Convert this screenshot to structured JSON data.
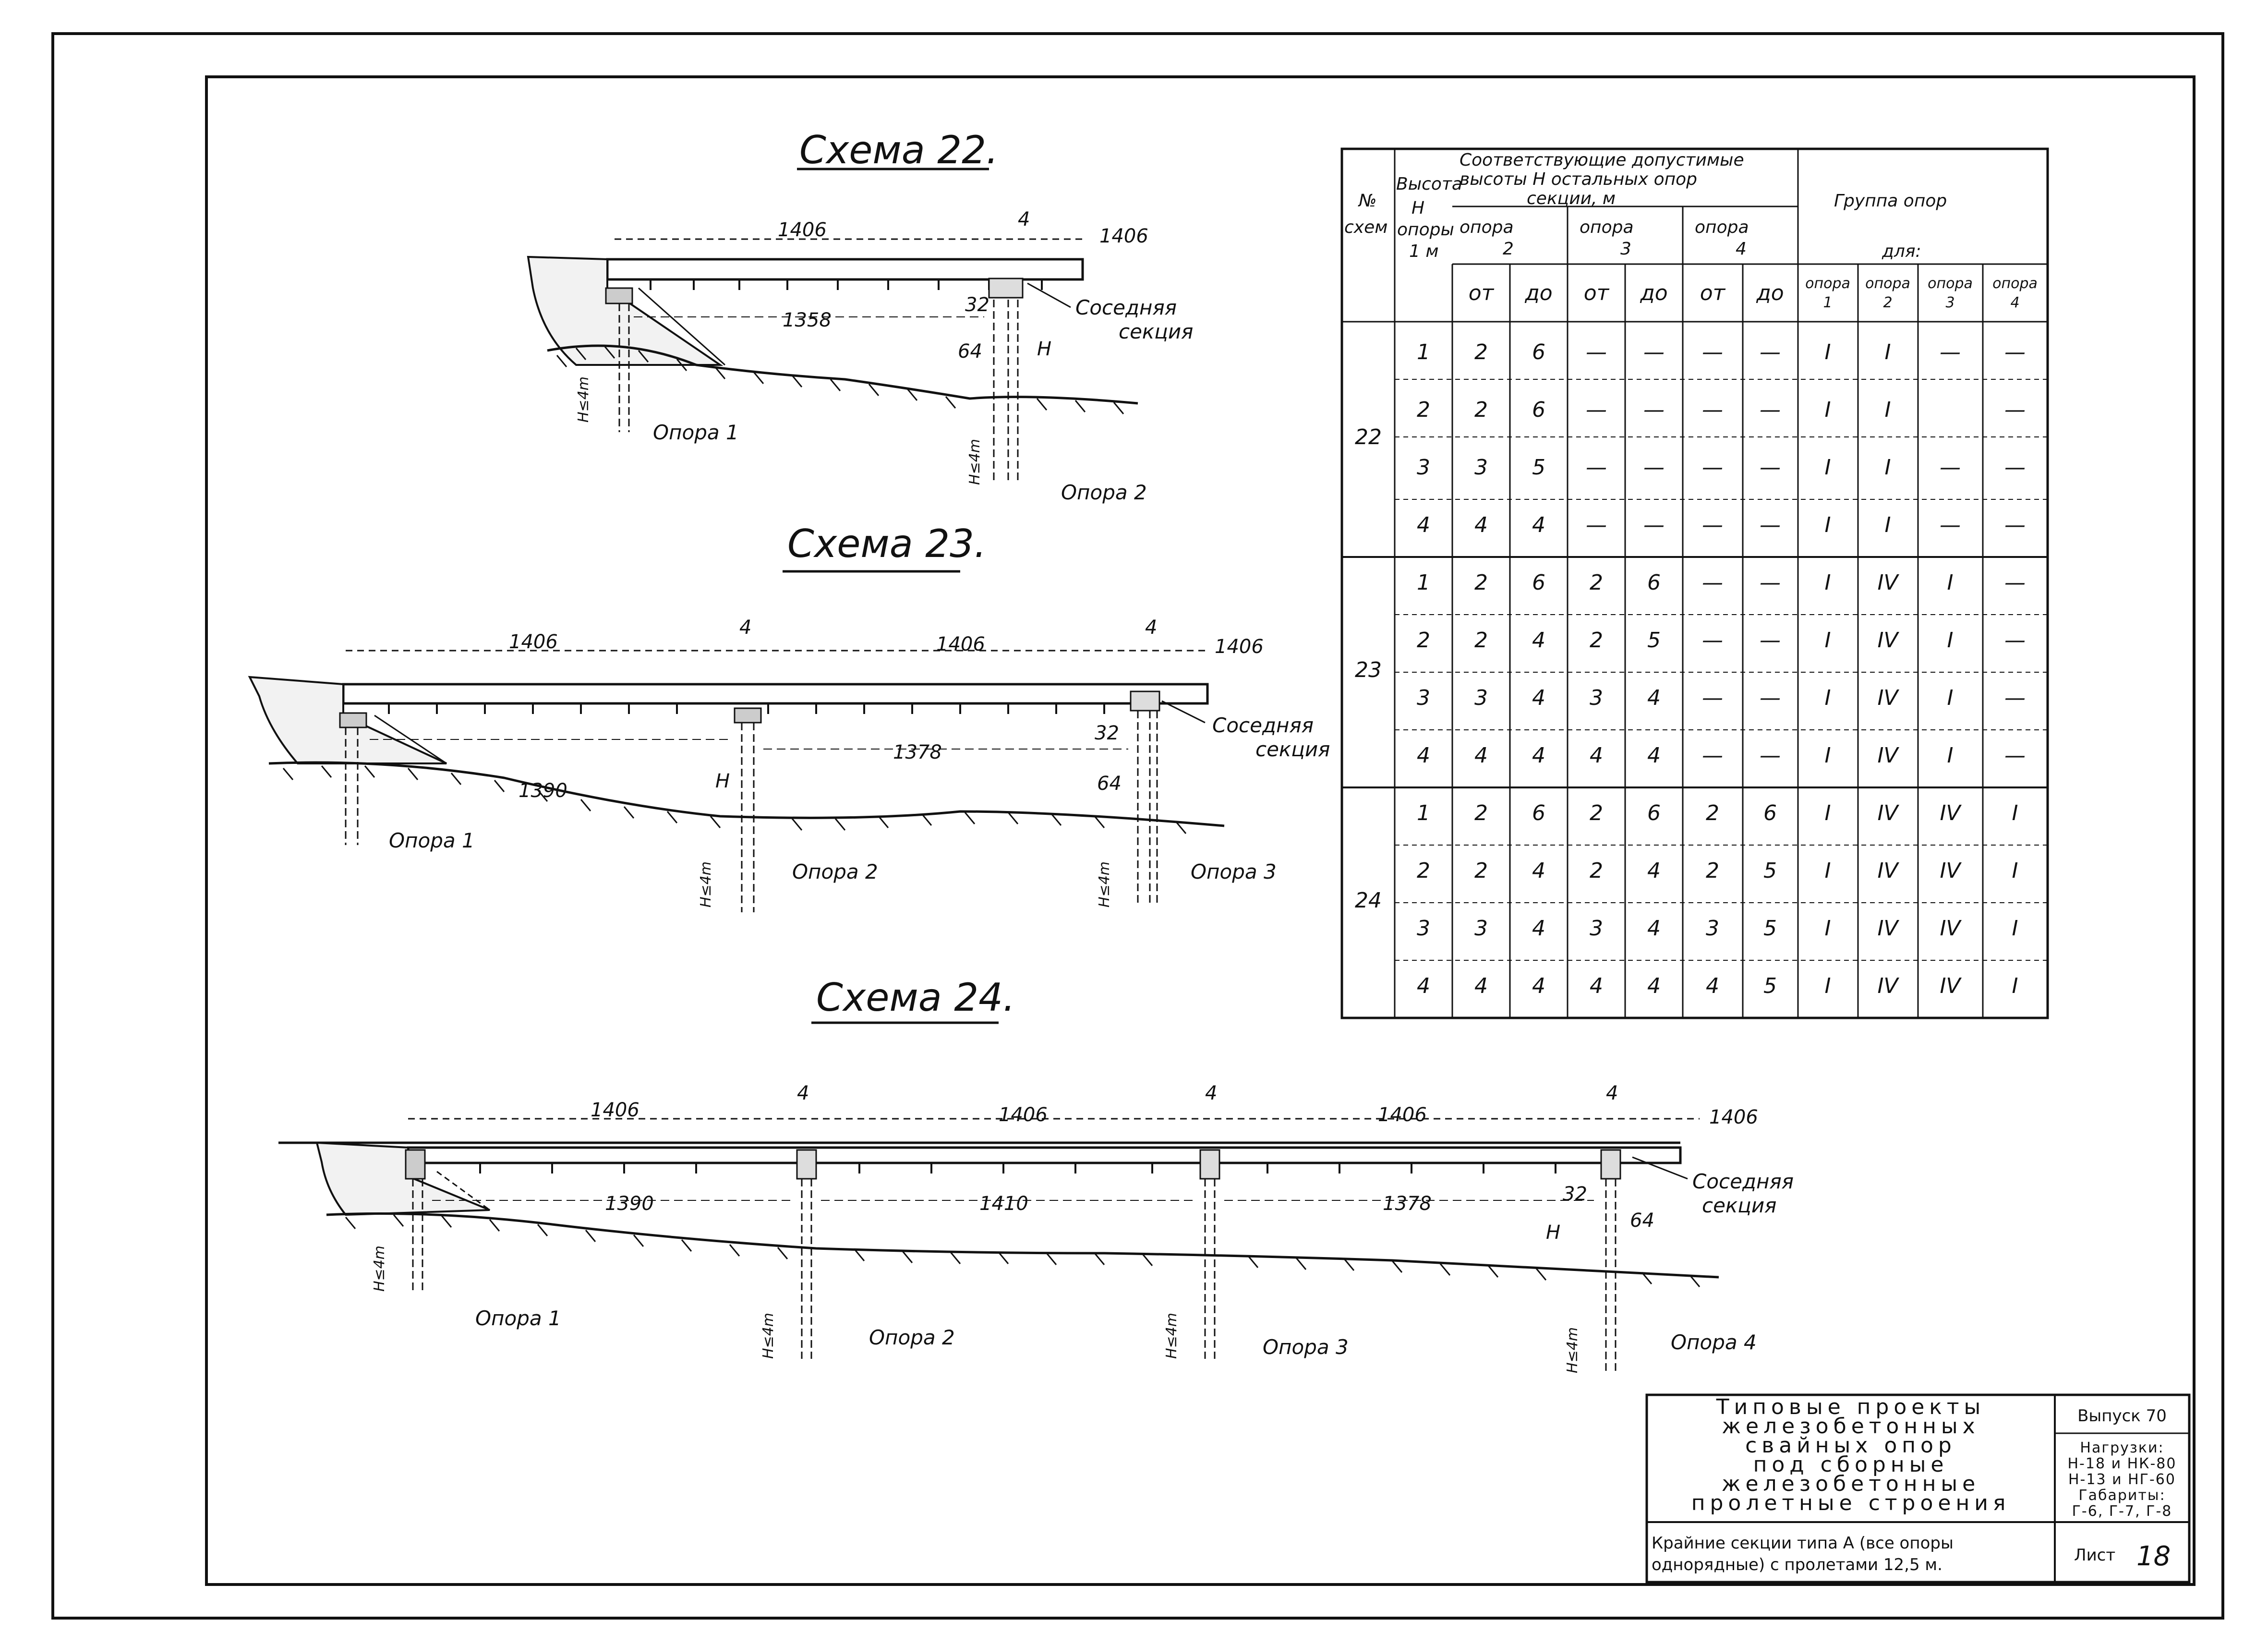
{
  "schemes": [
    {
      "title": "Схема 22.",
      "spans": [
        "1406",
        "1406"
      ],
      "joint": "4",
      "clear_spans": [
        "1358"
      ],
      "dims": [
        "32",
        "64",
        "H"
      ],
      "neighbor": [
        "Соседняя",
        "секция"
      ],
      "depth_label": "H≤4m",
      "supports": [
        "Опора 1",
        "Опора 2"
      ]
    },
    {
      "title": "Схема 23.",
      "spans": [
        "1406",
        "1406",
        "1406"
      ],
      "joint": "4",
      "clear_spans": [
        "1390",
        "1378"
      ],
      "dims": [
        "32",
        "64",
        "H"
      ],
      "neighbor": [
        "Соседняя",
        "секция"
      ],
      "depth_label": "H≤4m",
      "supports": [
        "Опора 1",
        "Опора 2",
        "Опора 3"
      ]
    },
    {
      "title": "Схема 24.",
      "spans": [
        "1406",
        "1406",
        "1406",
        "1406"
      ],
      "joint": "4",
      "clear_spans": [
        "1390",
        "1410",
        "1378"
      ],
      "dims": [
        "32",
        "64",
        "H"
      ],
      "neighbor": [
        "Соседняя",
        "секция"
      ],
      "depth_label": "H≤4m",
      "supports": [
        "Опора 1",
        "Опора 2",
        "Опора 3",
        "Опора 4"
      ]
    }
  ],
  "table": {
    "col_no": [
      "№",
      "схем"
    ],
    "col_h": [
      "Высота",
      "H",
      "опоры",
      "1 м"
    ],
    "col_heights": [
      "Соответствующие допустимые",
      "высоты H остальных опор",
      "секции, м"
    ],
    "col_group": [
      "Группа опор",
      "для:"
    ],
    "opora": [
      [
        "опора",
        "2"
      ],
      [
        "опора",
        "3"
      ],
      [
        "опора",
        "4"
      ]
    ],
    "from_to": [
      "от",
      "до"
    ],
    "group_cols": [
      [
        "опора",
        "1"
      ],
      [
        "опора",
        "2"
      ],
      [
        "опора",
        "3"
      ],
      [
        "опора",
        "4"
      ]
    ],
    "groups": [
      {
        "scheme": "22",
        "rows": [
          [
            "1",
            "2",
            "6",
            "—",
            "—",
            "—",
            "—",
            "I",
            "I",
            "—",
            "—"
          ],
          [
            "2",
            "2",
            "6",
            "—",
            "—",
            "—",
            "—",
            "I",
            "I",
            "",
            "—"
          ],
          [
            "3",
            "3",
            "5",
            "—",
            "—",
            "—",
            "—",
            "I",
            "I",
            "—",
            "—"
          ],
          [
            "4",
            "4",
            "4",
            "—",
            "—",
            "—",
            "—",
            "I",
            "I",
            "—",
            "—"
          ]
        ]
      },
      {
        "scheme": "23",
        "rows": [
          [
            "1",
            "2",
            "6",
            "2",
            "6",
            "—",
            "—",
            "I",
            "IV",
            "I",
            "—"
          ],
          [
            "2",
            "2",
            "4",
            "2",
            "5",
            "—",
            "—",
            "I",
            "IV",
            "I",
            "—"
          ],
          [
            "3",
            "3",
            "4",
            "3",
            "4",
            "—",
            "—",
            "I",
            "IV",
            "I",
            "—"
          ],
          [
            "4",
            "4",
            "4",
            "4",
            "4",
            "—",
            "—",
            "I",
            "IV",
            "I",
            "—"
          ]
        ]
      },
      {
        "scheme": "24",
        "rows": [
          [
            "1",
            "2",
            "6",
            "2",
            "6",
            "2",
            "6",
            "I",
            "IV",
            "IV",
            "I"
          ],
          [
            "2",
            "2",
            "4",
            "2",
            "4",
            "2",
            "5",
            "I",
            "IV",
            "IV",
            "I"
          ],
          [
            "3",
            "3",
            "4",
            "3",
            "4",
            "3",
            "5",
            "I",
            "IV",
            "IV",
            "I"
          ],
          [
            "4",
            "4",
            "4",
            "4",
            "4",
            "4",
            "5",
            "I",
            "IV",
            "IV",
            "I"
          ]
        ]
      }
    ]
  },
  "stamp": {
    "project": [
      "Типовые проекты",
      "железобетонных",
      "свайных опор",
      "под сборные",
      "железобетонные",
      "пролетные строения"
    ],
    "issue": "Выпуск 70",
    "loads": [
      "Нагрузки:",
      "Н-18 и НК-80",
      "Н-13 и НГ-60",
      "Габариты:",
      "Г-6, Г-7, Г-8"
    ],
    "sheet_title": [
      "Крайние секции типа А (все опоры",
      "однорядные) с пролетами 12,5 м."
    ],
    "sheet_label": "Лист",
    "sheet_no": "18"
  }
}
